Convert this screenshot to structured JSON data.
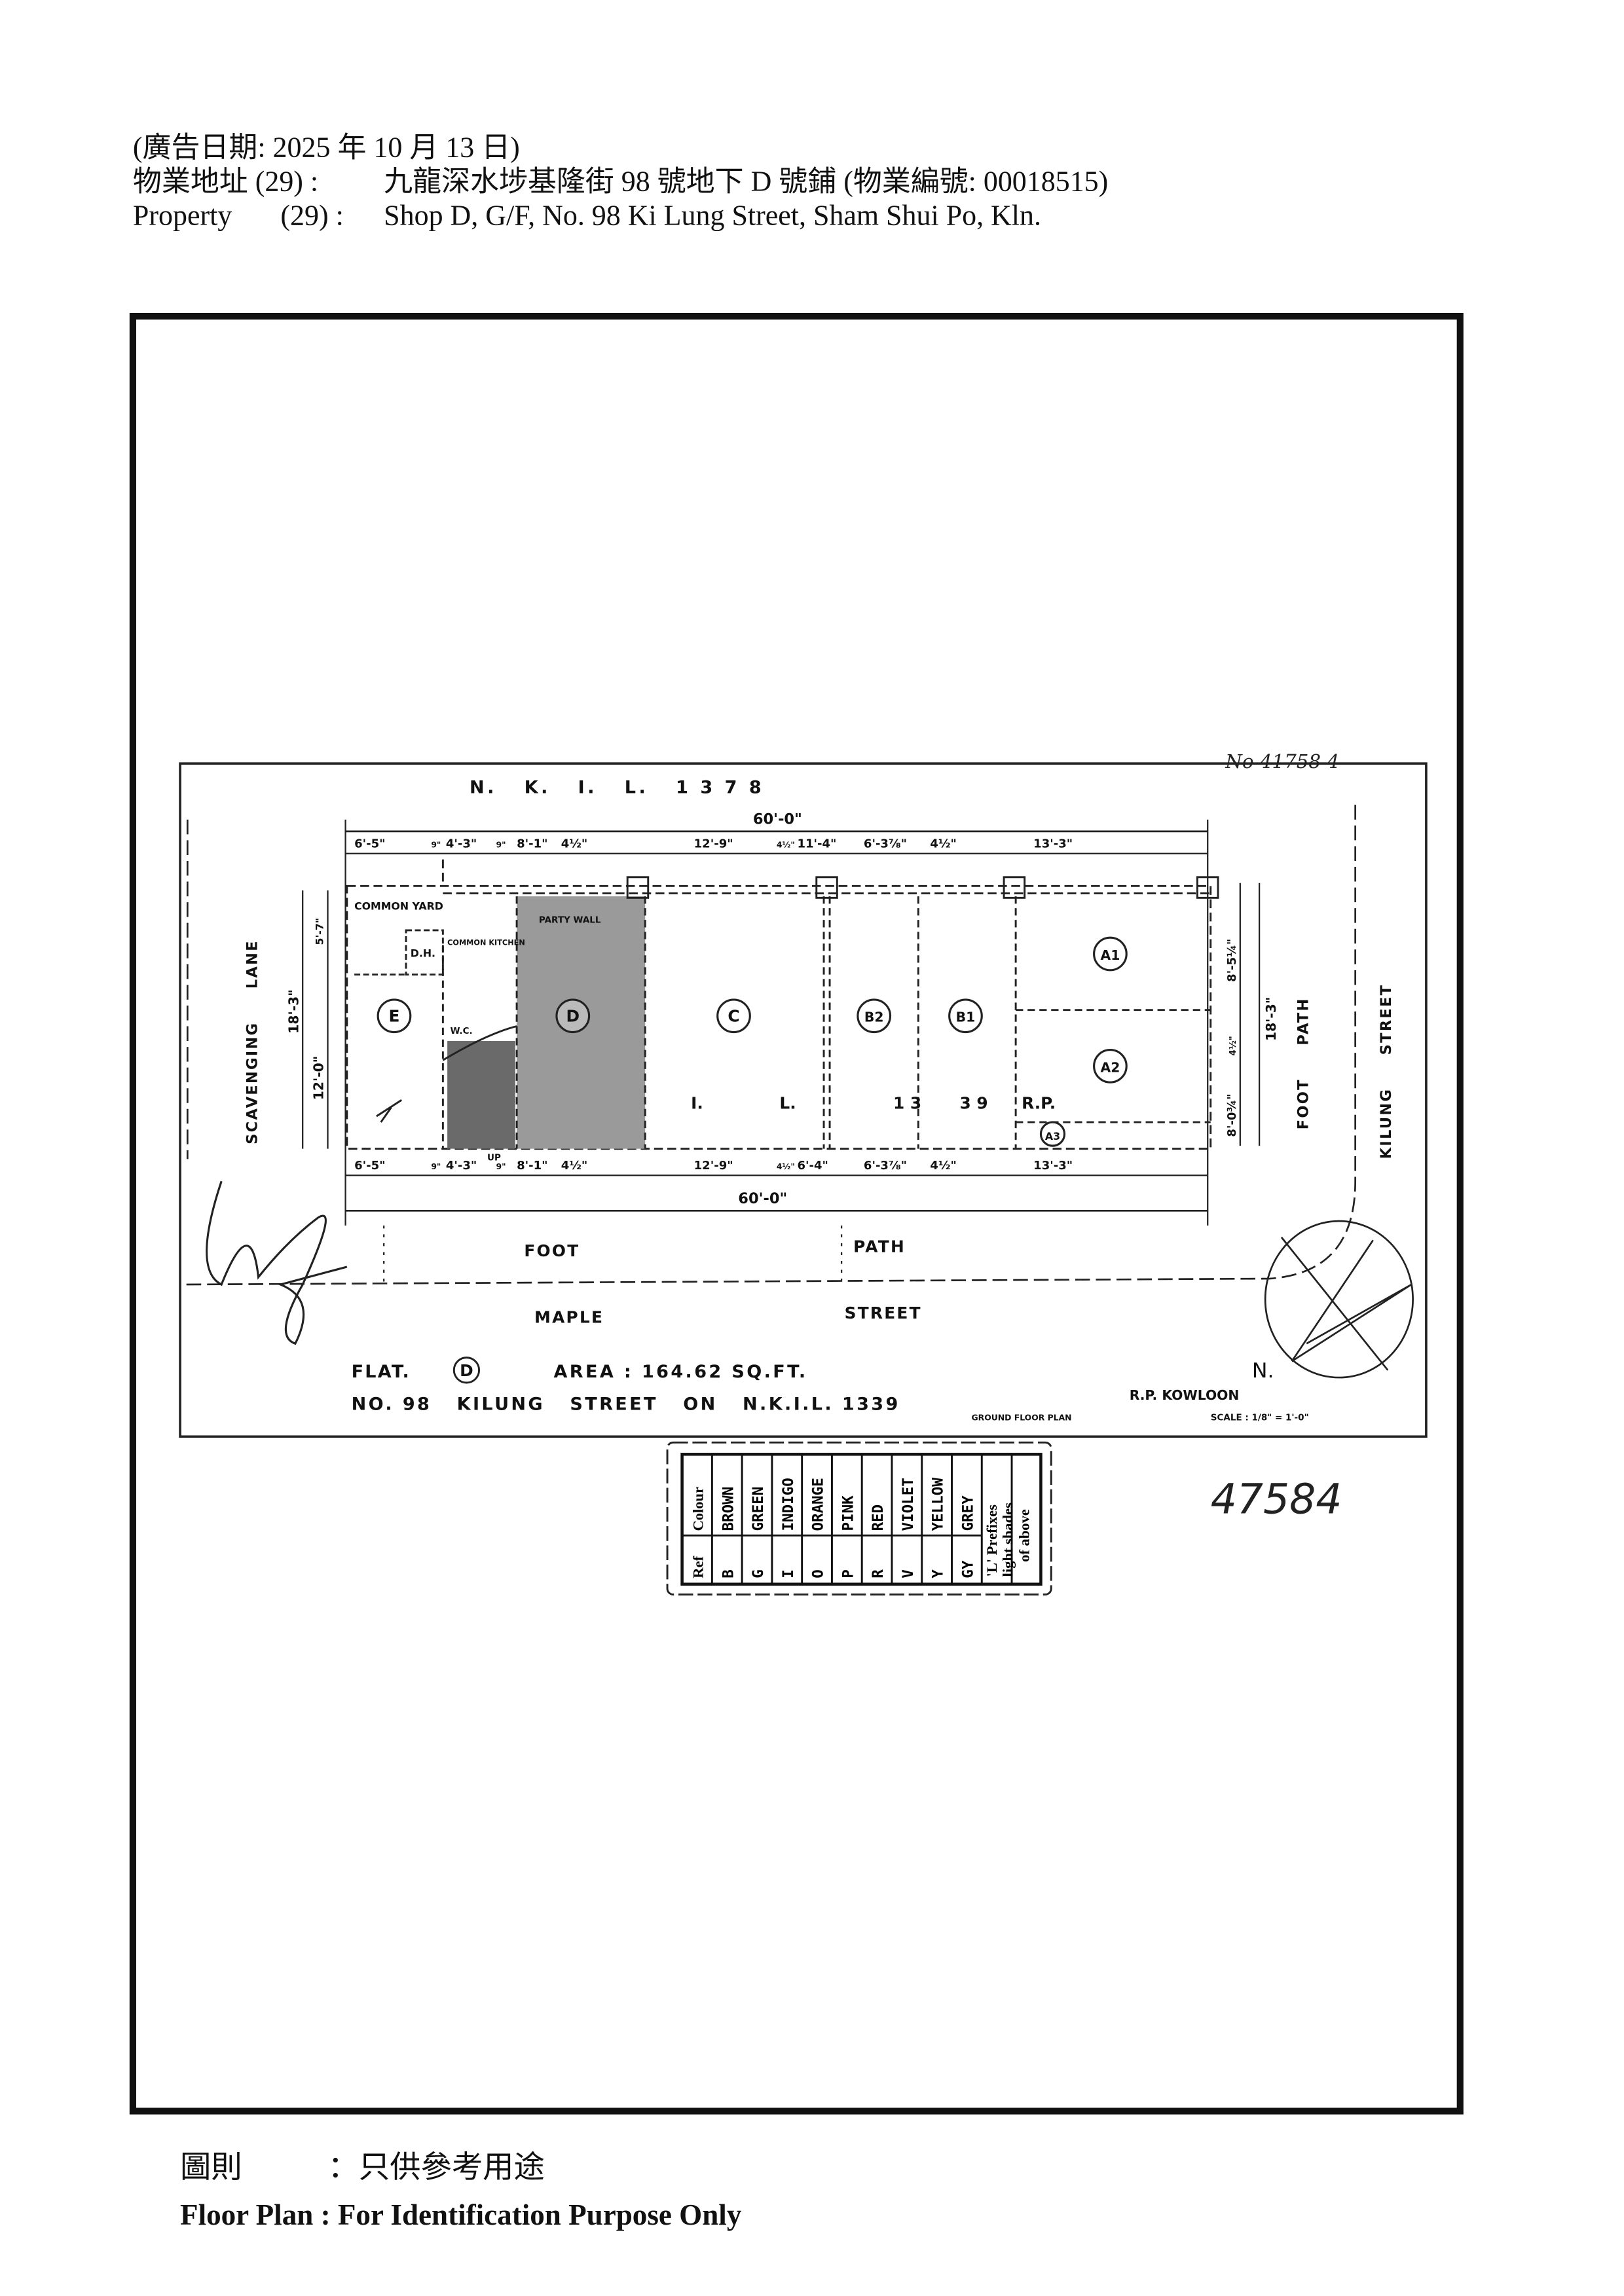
{
  "header": {
    "ad_date_line": "(廣告日期:  2025 年 10 月 13 日)",
    "address_cn_label": "物業地址 (29) :",
    "address_cn_value": "九龍深水埗基隆街 98 號地下 D 號鋪 (物業編號: 00018515)",
    "property_label": "Property",
    "property_num": "(29) :",
    "property_value": "Shop D, G/F, No. 98 Ki Lung Street, Sham Shui Po, Kln."
  },
  "plan": {
    "lot_top": "N.   K.   I.   L.   1 3 7 8",
    "handwritten_ref": "No 41758 4",
    "overall_top": "60'-0\"",
    "overall_bottom": "60'-0\"",
    "dims_top": [
      "6'-5\"",
      "9\"",
      "4'-3\"",
      "9\"",
      "8'-1\"",
      "4½\"",
      "12'-9\"",
      "4½\"",
      "11'-4\"",
      "6'-3⅞\"",
      "4½\"",
      "13'-3\""
    ],
    "dims_bottom": [
      "6'-5\"",
      "9\"",
      "4'-3\"",
      "9\"",
      "8'-1\"",
      "4½\"",
      "12'-9\"",
      "4½\"",
      "6'-4\"",
      "6'-3⅞\"",
      "4½\"",
      "13'-3\""
    ],
    "left_dims": [
      "18'-3\"",
      "12'-0\"",
      "5'-7\""
    ],
    "right_dims": [
      "18'-3\"",
      "8'-0¾\"",
      "4½\"",
      "8'-5¼\""
    ],
    "lane": "SCAVENGING     LANE",
    "common_yard": "COMMON YARD",
    "dh": "D.H.",
    "common_kitchen": "COMMON KITCHEN",
    "party_wall": "PARTY WALL",
    "wc": "W.C.",
    "up": "UP",
    "units": [
      "E",
      "D",
      "C",
      "B2",
      "B1",
      "A1",
      "A2",
      "A3"
    ],
    "lot_inner": [
      "I.",
      "L.",
      "1 3",
      "3 9"
    ],
    "rp": "R.P.",
    "foot": "FOOT",
    "path": "PATH",
    "maple": "MAPLE",
    "street": "STREET",
    "foot_path_vertical": "FOOT     PATH",
    "kilung_street": "KILUNG     STREET",
    "north": "N.",
    "flat_label": "FLAT.",
    "flat_id": "D",
    "area_label": "AREA : 164.62 SQ.FT.",
    "address_line": "NO. 98   KILUNG   STREET   ON   N.K.I.L. 1339",
    "rp_kowloon": "R.P. KOWLOON",
    "ground_floor_plan": "GROUND FLOOR PLAN",
    "scale": "SCALE : 1/8\" = 1'-0\"",
    "stamp_number": "47584"
  },
  "legend": {
    "header_ref": "Ref",
    "header_colour": "Colour",
    "rows": [
      {
        "ref": "B",
        "colour": "BROWN"
      },
      {
        "ref": "G",
        "colour": "GREEN"
      },
      {
        "ref": "I",
        "colour": "INDIGO"
      },
      {
        "ref": "O",
        "colour": "ORANGE"
      },
      {
        "ref": "P",
        "colour": "PINK"
      },
      {
        "ref": "R",
        "colour": "RED"
      },
      {
        "ref": "V",
        "colour": "VIOLET"
      },
      {
        "ref": "Y",
        "colour": "YELLOW"
      },
      {
        "ref": "GY",
        "colour": "GREY"
      },
      {
        "ref": "",
        "colour": ""
      }
    ],
    "note_line1": "'L' Prefixes",
    "note_line2": "light shades",
    "note_line3": "of above"
  },
  "footer": {
    "floor_plan_cn": "圖則",
    "purpose_cn": "：只供參考用途",
    "floor_plan_en": "Floor Plan : For Identification Purpose Only"
  }
}
